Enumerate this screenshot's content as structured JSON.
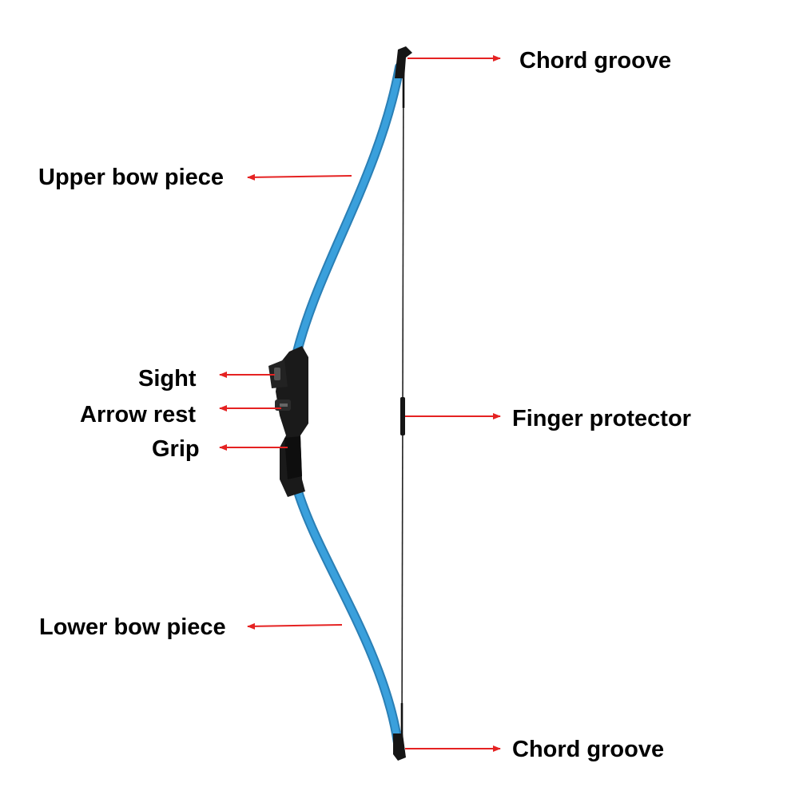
{
  "diagram": {
    "labels": {
      "chord_groove_top": "Chord groove",
      "upper_bow_piece": "Upper bow piece",
      "sight": "Sight",
      "arrow_rest": "Arrow rest",
      "grip": "Grip",
      "finger_protector": "Finger protector",
      "lower_bow_piece": "Lower bow piece",
      "chord_groove_bottom": "Chord groove"
    },
    "colors": {
      "limb": "#3aa0dc",
      "limb_edge": "#2a7fb5",
      "riser": "#1a1a1a",
      "string": "#222222",
      "arrow": "#e52222",
      "text": "#000000"
    }
  }
}
